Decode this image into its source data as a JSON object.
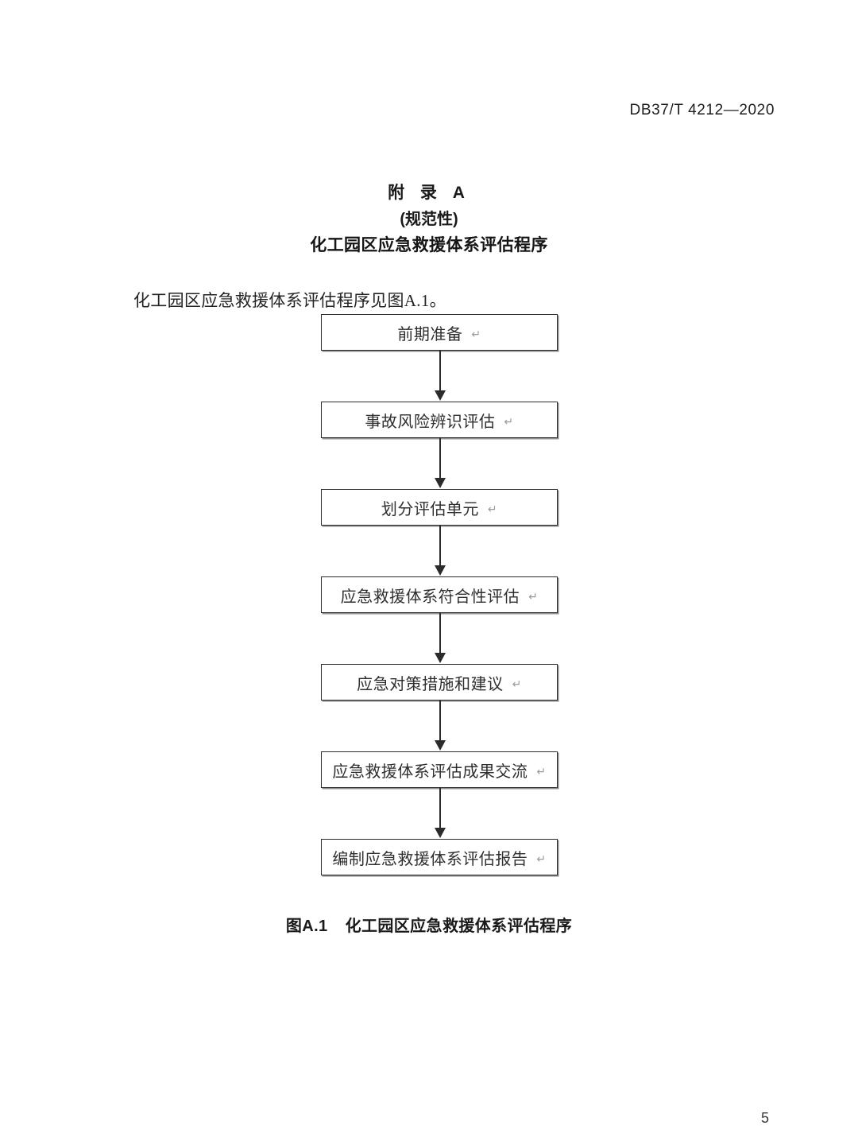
{
  "header": {
    "standard_number": "DB37/T 4212—2020"
  },
  "annex": {
    "label": "附 录 A",
    "kind": "(规范性)",
    "name": "化工园区应急救援体系评估程序"
  },
  "body": {
    "intro_paragraph": "化工园区应急救援体系评估程序见图A.1。"
  },
  "chart_data": {
    "type": "diagram",
    "diagram_type": "flowchart",
    "orientation": "vertical",
    "title": "化工园区应急救援体系评估程序",
    "node_marker": "↵",
    "nodes": [
      {
        "id": 1,
        "label": "前期准备",
        "marker": "↵"
      },
      {
        "id": 2,
        "label": "事故风险辨识评估",
        "marker": "↵"
      },
      {
        "id": 3,
        "label": "划分评估单元",
        "marker": "↵"
      },
      {
        "id": 4,
        "label": "应急救援体系符合性评估",
        "marker": "↵"
      },
      {
        "id": 5,
        "label": "应急对策措施和建议",
        "marker": "↵"
      },
      {
        "id": 6,
        "label": "应急救援体系评估成果交流",
        "marker": "↵"
      },
      {
        "id": 7,
        "label": "编制应急救援体系评估报告",
        "marker": "↵"
      }
    ],
    "edges": [
      {
        "from": 1,
        "to": 2,
        "style": "arrow-down"
      },
      {
        "from": 2,
        "to": 3,
        "style": "arrow-down"
      },
      {
        "from": 3,
        "to": 4,
        "style": "arrow-down"
      },
      {
        "from": 4,
        "to": 5,
        "style": "arrow-down"
      },
      {
        "from": 5,
        "to": 6,
        "style": "arrow-down"
      },
      {
        "from": 6,
        "to": 7,
        "style": "arrow-down"
      }
    ],
    "colors": {
      "node_border": "#2b2b2b",
      "node_fill": "#ffffff",
      "node_shadow": "#8d8d8d",
      "edge": "#2b2b2b",
      "marker": "#9a9a9a"
    }
  },
  "figure": {
    "number": "图A.1",
    "caption": "化工园区应急救援体系评估程序"
  },
  "footer": {
    "page_number": "5"
  }
}
